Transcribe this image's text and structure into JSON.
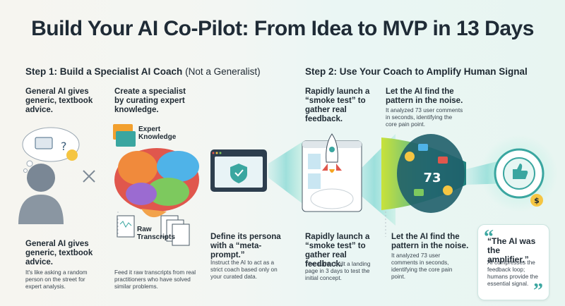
{
  "title": "Build Your AI Co-Pilot: From Idea to MVP in 13 Days",
  "step1": {
    "label_bold": "Step 1: Build a Specialist AI Coach",
    "label_rest": "(Not a Generalist)"
  },
  "step2": {
    "label": "Step 2: Use Your Coach to Amplify Human Signal"
  },
  "top_texts": {
    "general_ai": "General AI gives generic, textbook advice.",
    "specialist": "Create a specialist by curating expert knowledge.",
    "smoke_test": "Rapidly launch a “smoke test” to gather real feedback.",
    "pattern": "Let the AI find the pattern in the noise.",
    "pattern_sub": "It analyzed 73 user comments in seconds, identifying the core pain point."
  },
  "labels": {
    "expert_knowledge": "Expert Knowledge",
    "raw_transcripts": "Raw Transcripts",
    "count": "73"
  },
  "bottom": {
    "general_title": "General AI gives generic, textbook advice.",
    "general_sub": "It's like asking a random person on the street for expert analysis.",
    "feed_sub": "Feed it raw transcripts from real practitioners who have solved similar problems.",
    "persona_title": "Define its persona with a “meta-prompt.”",
    "persona_sub": "Instruct the AI to act as a strict coach based only on your curated data.",
    "smoke_title": "Rapidly launch a “smoke test” to gather real feedback.",
    "smoke_sub": "The author built a landing page in 3 days to test the initial concept.",
    "pattern_title": "Let the AI find the pattern in the noise.",
    "pattern_sub": "It analyzed 73 user comments in seconds, identifying the core pain point.",
    "quote_title": "“The AI was the amplifier.”",
    "quote_sub": "AI compresses the feedback loop; humans provide the essential signal."
  }
}
